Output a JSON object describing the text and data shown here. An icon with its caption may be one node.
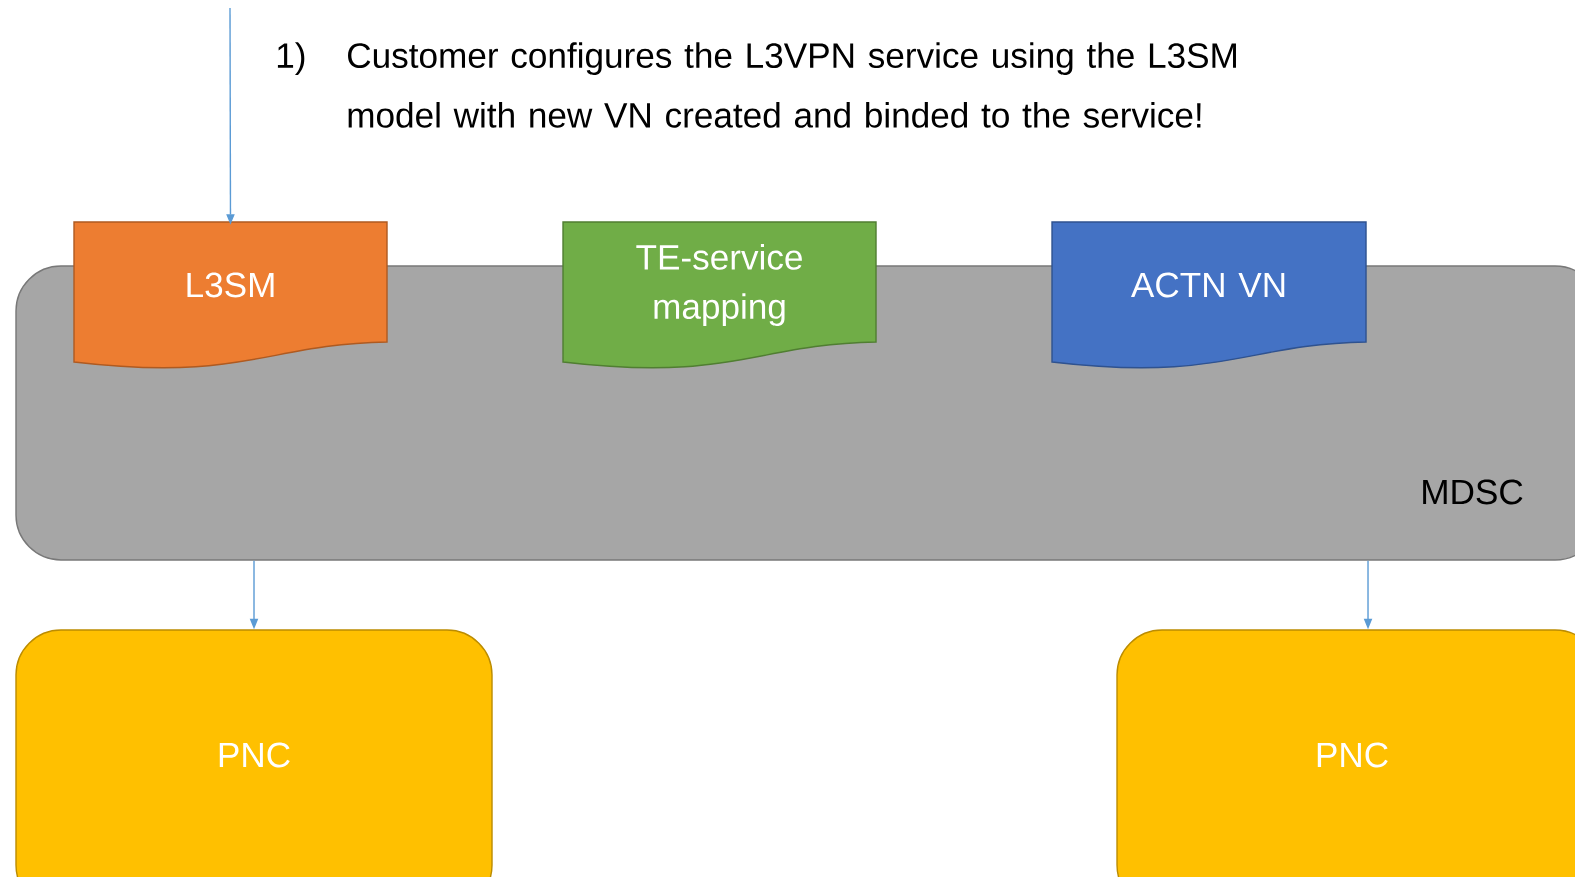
{
  "diagram": {
    "nodes": [
      {
        "text": [
          "MDSC"
        ]
      },
      {
        "text": [
          "L3SM"
        ]
      },
      {
        "text": [
          "TE-service mapping"
        ]
      },
      {
        "text": [
          "ACTN VN"
        ]
      },
      {
        "text": [
          "PNC"
        ]
      },
      {
        "text": [
          "PNC"
        ]
      }
    ],
    "edges": [
      {
        "from": null,
        "to": 1,
        "arrow": "to"
      },
      {
        "from": 0,
        "to": 4,
        "arrow": "to"
      },
      {
        "from": 0,
        "to": 5,
        "arrow": "to"
      }
    ],
    "labels": [
      "1)",
      "Customer configures the L3VPN service using the L3SM model with new VN created and binded to the service!"
    ]
  }
}
